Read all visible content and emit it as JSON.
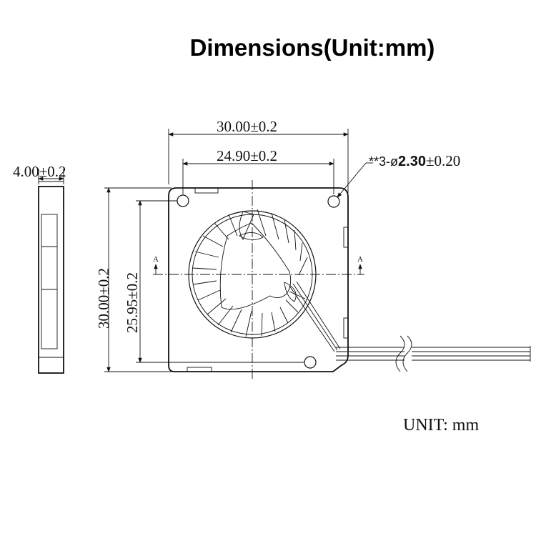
{
  "title": "Dimensions(Unit:mm)",
  "dimensions": {
    "thickness": "4.00±0.2",
    "outer_width": "30.00±0.2",
    "hole_spacing_horizontal": "24.90±0.2",
    "outer_height": "30.00±0.2",
    "hole_spacing_vertical": "25.95±0.2",
    "hole_prefix": "**3-ø",
    "hole_diameter": "2.30",
    "hole_tolerance": "±0.20"
  },
  "section_marks": {
    "left": "A",
    "right": "A"
  },
  "unit_note": "UNIT: mm",
  "colors": {
    "line": "#111111",
    "background": "#ffffff"
  }
}
